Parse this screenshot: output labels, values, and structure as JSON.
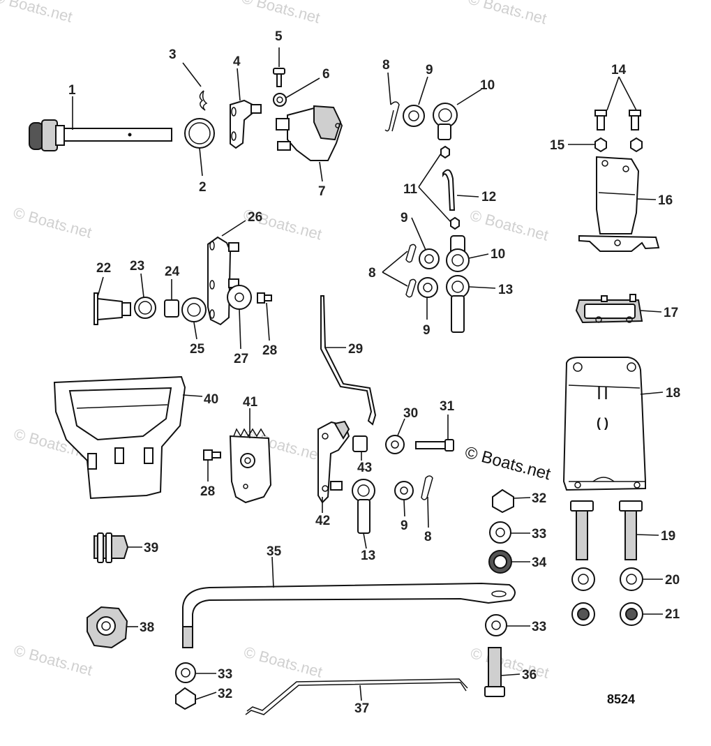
{
  "watermark": "© Boats.net",
  "brand_label": "© Boats.net",
  "diagram_number": "8524",
  "callouts": {
    "c1": "1",
    "c2": "2",
    "c3": "3",
    "c4": "4",
    "c5": "5",
    "c6": "6",
    "c7": "7",
    "c8a": "8",
    "c8b": "8",
    "c8c": "8",
    "c9a": "9",
    "c9b": "9",
    "c9c": "9",
    "c9d": "9",
    "c10a": "10",
    "c10b": "10",
    "c11": "11",
    "c12": "12",
    "c13a": "13",
    "c13b": "13",
    "c14": "14",
    "c15": "15",
    "c16": "16",
    "c17": "17",
    "c18": "18",
    "c19": "19",
    "c20": "20",
    "c21": "21",
    "c22": "22",
    "c23": "23",
    "c24": "24",
    "c25": "25",
    "c26": "26",
    "c27": "27",
    "c28a": "28",
    "c28b": "28",
    "c29": "29",
    "c30": "30",
    "c31": "31",
    "c32a": "32",
    "c32b": "32",
    "c33a": "33",
    "c33b": "33",
    "c33c": "33",
    "c34": "34",
    "c35": "35",
    "c36": "36",
    "c37": "37",
    "c38": "38",
    "c39": "39",
    "c40": "40",
    "c41": "41",
    "c42": "42",
    "c43": "43"
  }
}
